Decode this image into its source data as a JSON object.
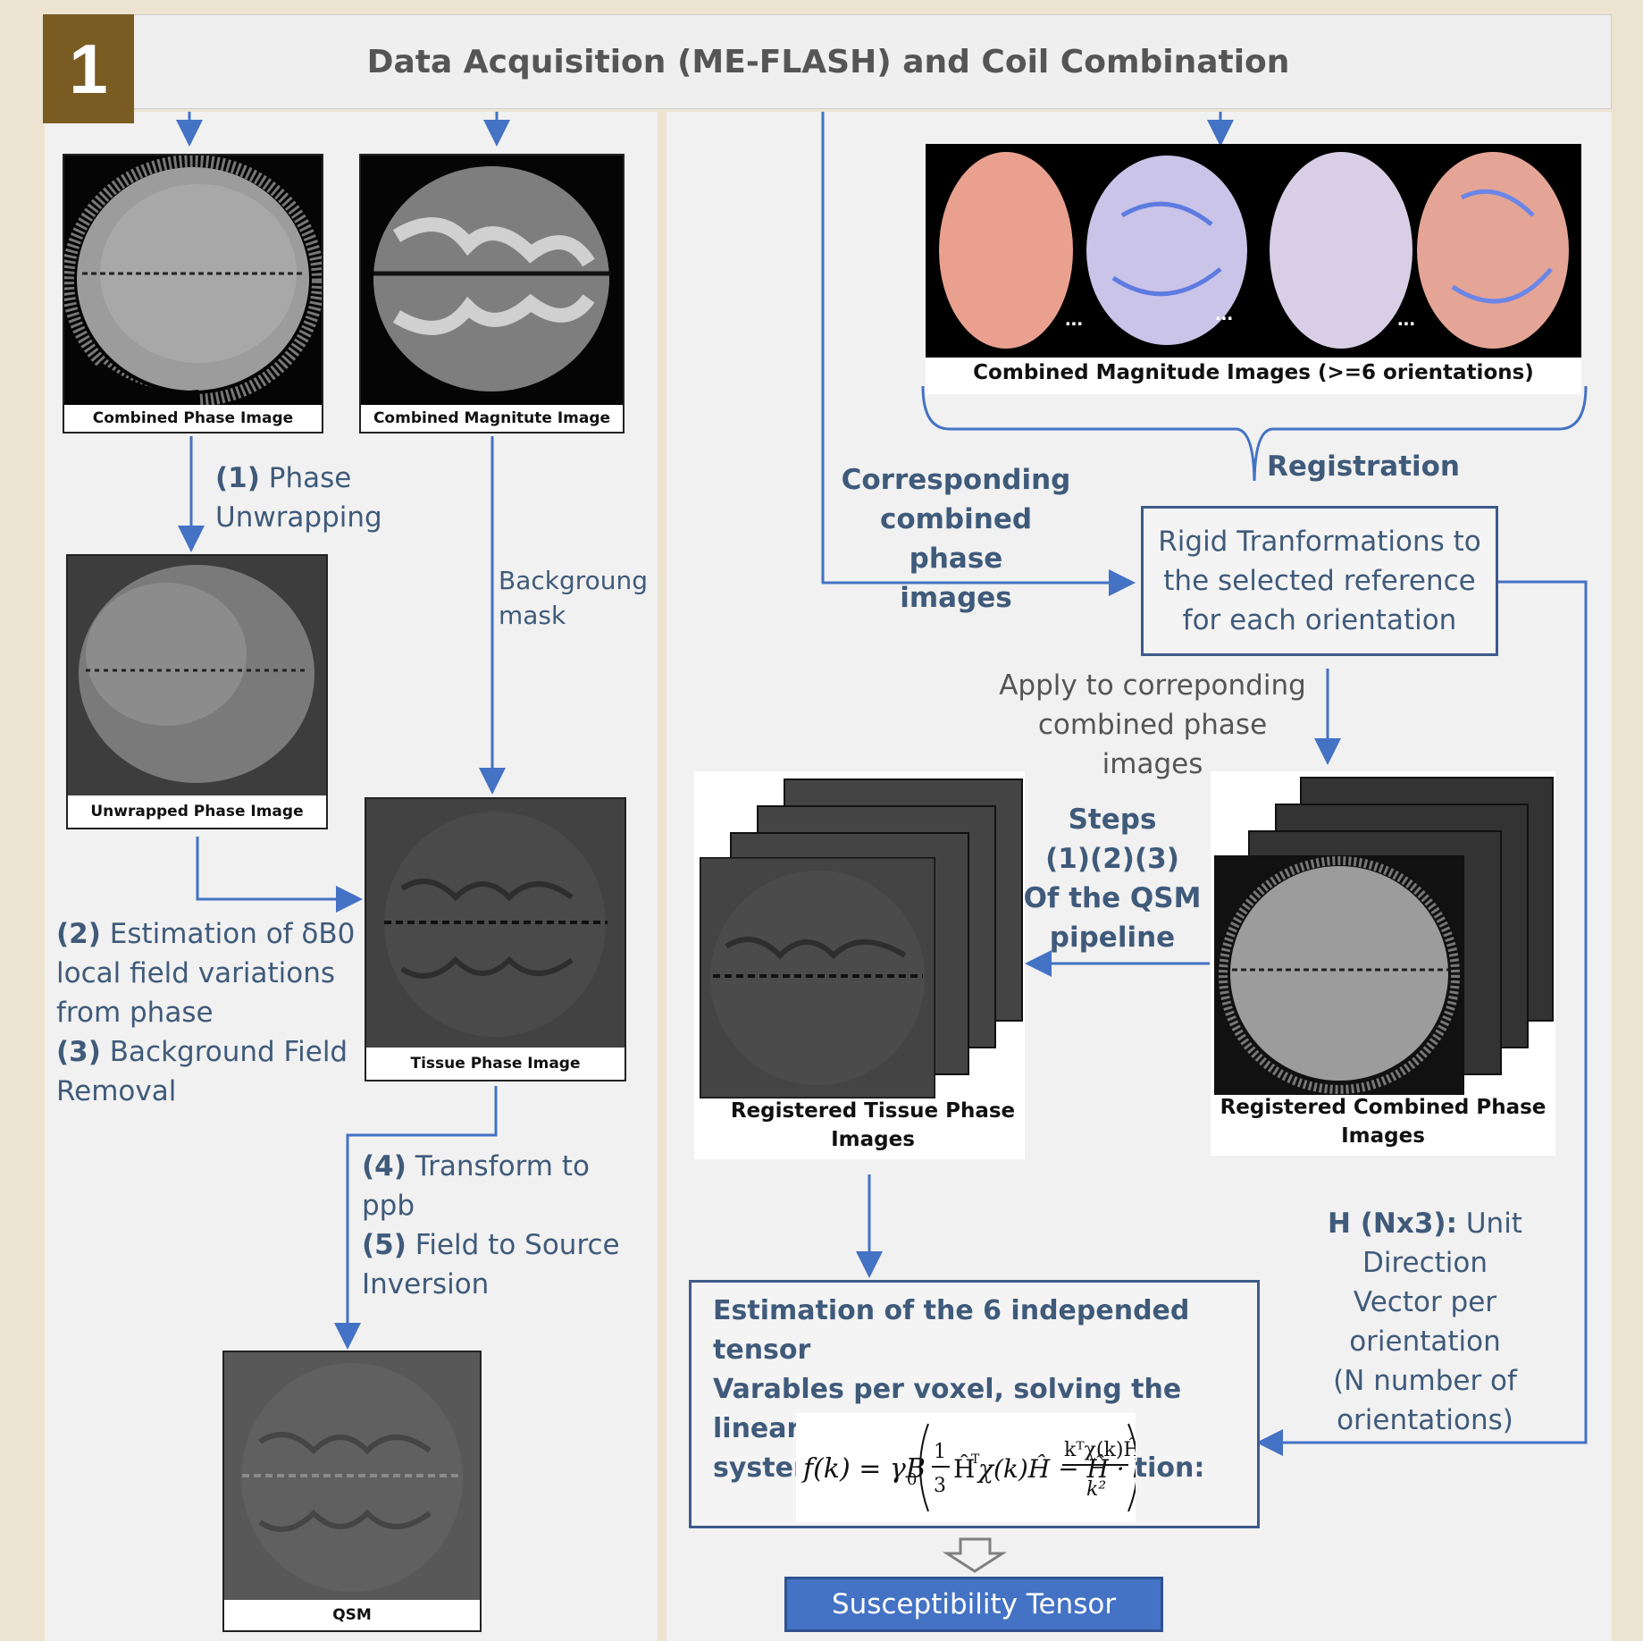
{
  "header": {
    "badge": "1",
    "title": "Data Acquisition (ME-FLASH) and Coil Combination"
  },
  "left": {
    "combined_phase_caption": "Combined Phase Image",
    "combined_magnitude_caption": "Combined Magnitute Image",
    "step1_num": "(1)",
    "step1_a": "Phase",
    "step1_b": "Unwrapping",
    "unwrapped_caption": "Unwrapped Phase Image",
    "background_mask_a": "Backgroung",
    "background_mask_b": "mask",
    "tissue_caption": "Tissue Phase Image",
    "step2_num": "(2)",
    "step2_a": "Estimation of δB0",
    "step2_b": "local field variations",
    "step2_c": "from phase",
    "step3_num": "(3)",
    "step3_a": "Background Field",
    "step3_b": "Removal",
    "step4_num": "(4)",
    "step4_a": "Transform to",
    "step4_b": "ppb",
    "step5_num": "(5)",
    "step5_a": "Field to Source",
    "step5_b": "Inversion",
    "qsm_caption": "QSM"
  },
  "right": {
    "magnitude_caption": "Combined Magnitude Images (>=6 orientations)",
    "dots": "...",
    "registration": "Registration",
    "corresponding_a": "Corresponding",
    "corresponding_b": "combined phase",
    "corresponding_c": "images",
    "rigid_a": "Rigid Tranformations to",
    "rigid_b": "the selected reference",
    "rigid_c": "for each orientation",
    "apply_a": "Apply to correponding",
    "apply_b": "combined phase images",
    "steps_a": "Steps",
    "steps_b": "(1)(2)(3)",
    "steps_c": "Of the QSM",
    "steps_d": "pipeline",
    "reg_tissue_a": "Registered Tissue Phase",
    "reg_tissue_b": "Images",
    "reg_combined_a": "Registered Combined Phase",
    "reg_combined_b": "Images",
    "h_label": "H (Nx3):",
    "h_a": "Unit",
    "h_b": "Direction",
    "h_c": "Vector per",
    "h_d": "orientation",
    "h_e": "(N number of",
    "h_f": "orientations)",
    "estimation_a": "Estimation of the  6 independed tensor",
    "estimation_b": "Varables per voxel, solving the linear",
    "estimation_c": "system derived by the equation:",
    "result": "Susceptibility Tensor"
  },
  "colors": {
    "arrow": "#4472c4",
    "box_border": "#3d5a8a",
    "badge": "#7a5c22",
    "result_fill": "#4472c4"
  }
}
